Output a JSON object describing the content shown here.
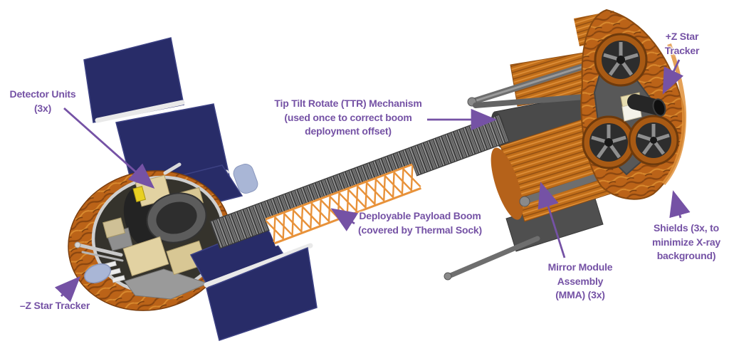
{
  "diagram": {
    "subject": "satellite-with-deployed-boom",
    "labels": {
      "detector_units": "Detector Units\n(3x)",
      "ttr_mechanism": "Tip Tilt Rotate (TTR) Mechanism\n(used once to correct boom\ndeployment offset)",
      "plus_z_star_tracker": "+Z Star\nTracker",
      "shields": "Shields (3x, to\nminimize X-ray\nbackground)",
      "mirror_module_assembly": "Mirror Module\nAssembly\n(MMA) (3x)",
      "payload_boom": "Deployable Payload Boom\n(covered by Thermal Sock)",
      "minus_z_star_tracker": "–Z Star Tracker"
    },
    "colors": {
      "label_text": "#7552a5",
      "arrow": "#7552a5",
      "solar_panel_navy": "#282c68",
      "mli_orange": "#bb6318",
      "truss_orange": "#e8923a",
      "thermal_sock_gray": "#808080",
      "star_tracker_blue": "#a9b6d6",
      "instrument_beige": "#e2d2a2"
    }
  }
}
